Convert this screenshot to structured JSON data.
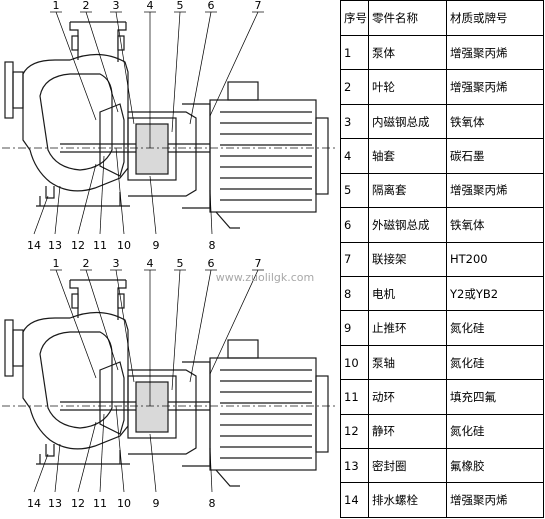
{
  "table": {
    "headers": [
      "序号",
      "零件名称",
      "材质或牌号"
    ],
    "rows": [
      [
        "1",
        "泵体",
        "增强聚丙烯"
      ],
      [
        "2",
        "叶轮",
        "增强聚丙烯"
      ],
      [
        "3",
        "内磁钢总成",
        "铁氧体"
      ],
      [
        "4",
        "轴套",
        "碳石墨"
      ],
      [
        "5",
        "隔离套",
        "增强聚丙烯"
      ],
      [
        "6",
        "外磁钢总成",
        "铁氧体"
      ],
      [
        "7",
        "联接架",
        "HT200"
      ],
      [
        "8",
        "电机",
        "Y2或YB2"
      ],
      [
        "9",
        "止推环",
        "氮化硅"
      ],
      [
        "10",
        "泵轴",
        "氮化硅"
      ],
      [
        "11",
        "动环",
        "填充四氟"
      ],
      [
        "12",
        "静环",
        "氮化硅"
      ],
      [
        "13",
        "密封圈",
        "氟橡胶"
      ],
      [
        "14",
        "排水螺栓",
        "增强聚丙烯"
      ]
    ]
  },
  "drawing": {
    "top_labels": [
      "1",
      "2",
      "3",
      "4",
      "5",
      "6",
      "7"
    ],
    "bottom_labels": [
      "14",
      "13",
      "12",
      "11",
      "10",
      "9",
      "8"
    ],
    "watermark": "www.zuolilgk.com",
    "stroke_color": "#1a1a1a",
    "leader_color": "#000000"
  }
}
